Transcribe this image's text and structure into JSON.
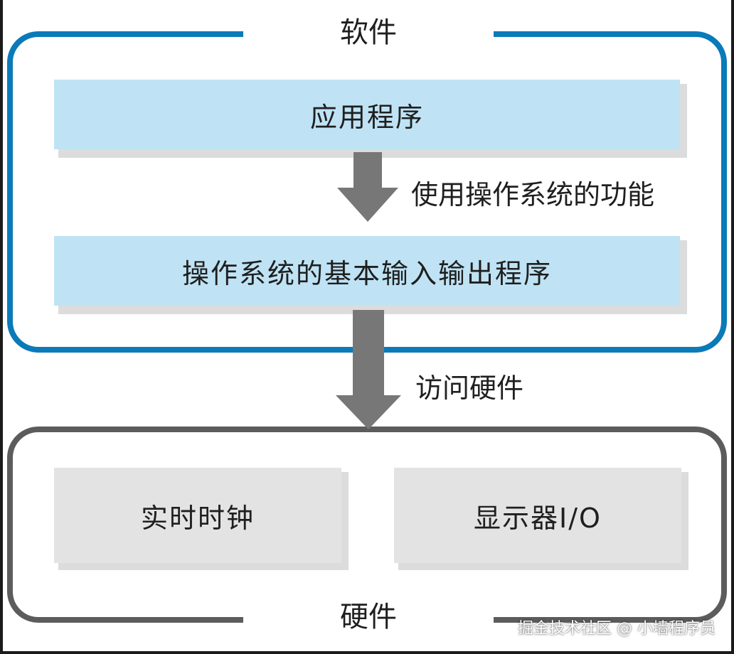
{
  "software_group": {
    "label": "软件",
    "border_color": "#0a7ab8",
    "layers": [
      {
        "label": "应用程序",
        "fill": "#bfe3f4"
      },
      {
        "label": "操作系统的基本输入输出程序",
        "fill": "#bfe3f4"
      }
    ]
  },
  "hardware_group": {
    "label": "硬件",
    "border_color": "#5c5c5c",
    "components": [
      {
        "label": "实时时钟",
        "fill": "#e3e3e3"
      },
      {
        "label": "显示器I/O",
        "fill": "#e3e3e3"
      }
    ]
  },
  "arrows": {
    "app_to_os_label": "使用操作系统的功能",
    "os_to_hardware_label": "访问硬件",
    "color": "#777777"
  },
  "watermark": "掘金技术社区 @ 小墙程序员"
}
